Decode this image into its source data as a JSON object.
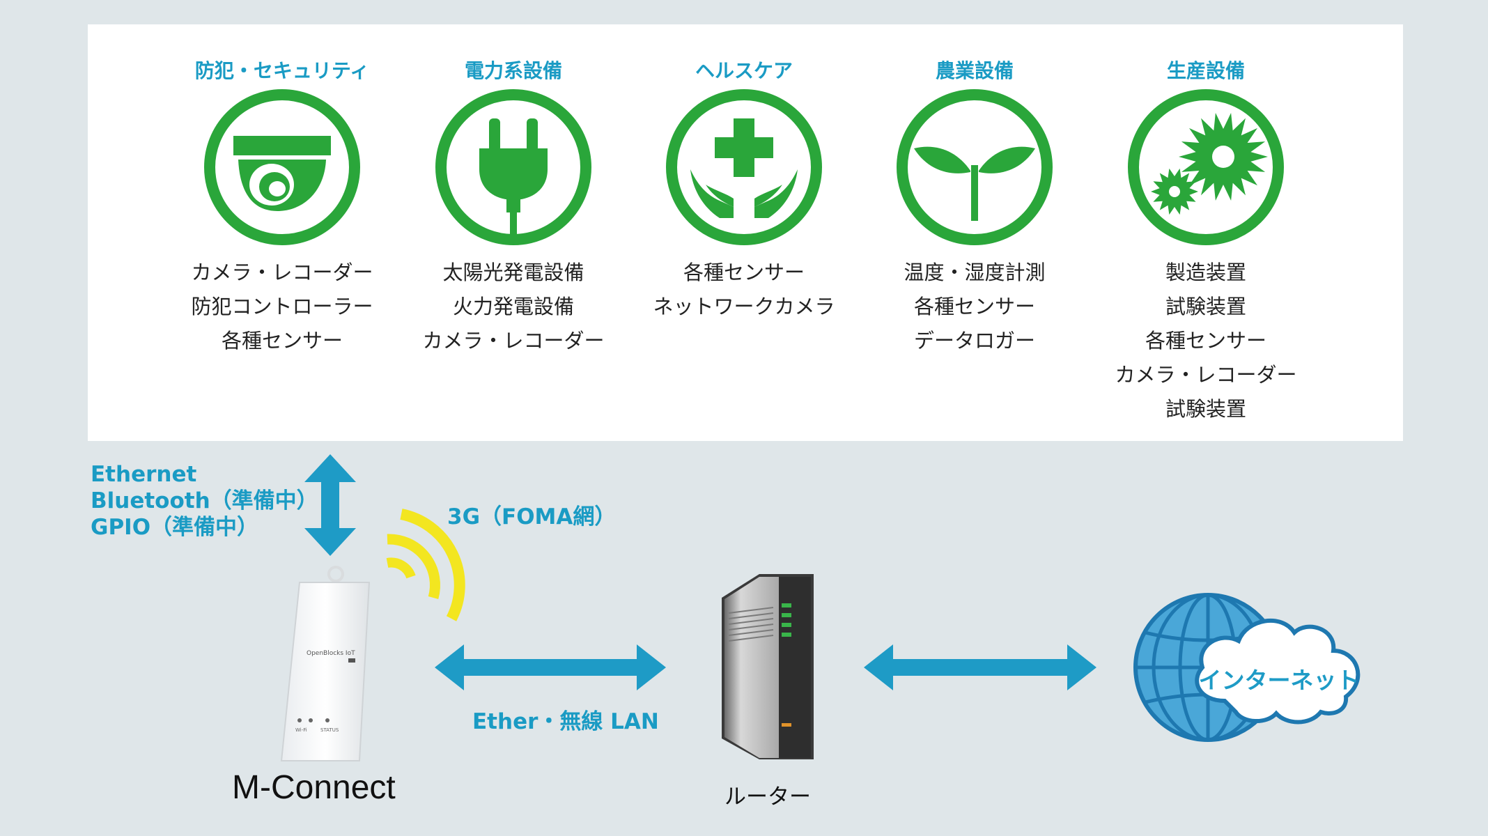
{
  "categories": [
    {
      "title": "防犯・セキュリティ",
      "icon": "security-camera-icon",
      "items": [
        "カメラ・レコーダー",
        "防犯コントローラー",
        "各種センサー"
      ]
    },
    {
      "title": "電力系設備",
      "icon": "power-plug-icon",
      "items": [
        "太陽光発電設備",
        "火力発電設備",
        "カメラ・レコーダー"
      ]
    },
    {
      "title": "ヘルスケア",
      "icon": "healthcare-cross-icon",
      "items": [
        "各種センサー",
        "ネットワークカメラ"
      ]
    },
    {
      "title": "農業設備",
      "icon": "sprout-icon",
      "items": [
        "温度・湿度計測",
        "各種センサー",
        "データロガー"
      ]
    },
    {
      "title": "生産設備",
      "icon": "gears-icon",
      "items": [
        "製造装置",
        "試験装置",
        "各種センサー",
        "カメラ・レコーダー",
        "試験装置"
      ]
    }
  ],
  "interfaces": [
    "Ethernet",
    "Bluetooth（準備中）",
    "GPIO（準備中）"
  ],
  "wireless_label": "3G（FOMA網）",
  "lan_label": "Ether・無線 LAN",
  "device": {
    "name": "M-Connect",
    "brand": "OpenBlocks IoT",
    "led_labels": [
      "Wi-Fi",
      "STATUS"
    ]
  },
  "router_label": "ルーター",
  "internet_label": "インターネット",
  "colors": {
    "accent_blue": "#1a9bc4",
    "icon_green": "#2aa63a",
    "signal_yellow": "#f3e620",
    "globe_blue": "#4aa7d8",
    "background": "#dfe6e9"
  }
}
